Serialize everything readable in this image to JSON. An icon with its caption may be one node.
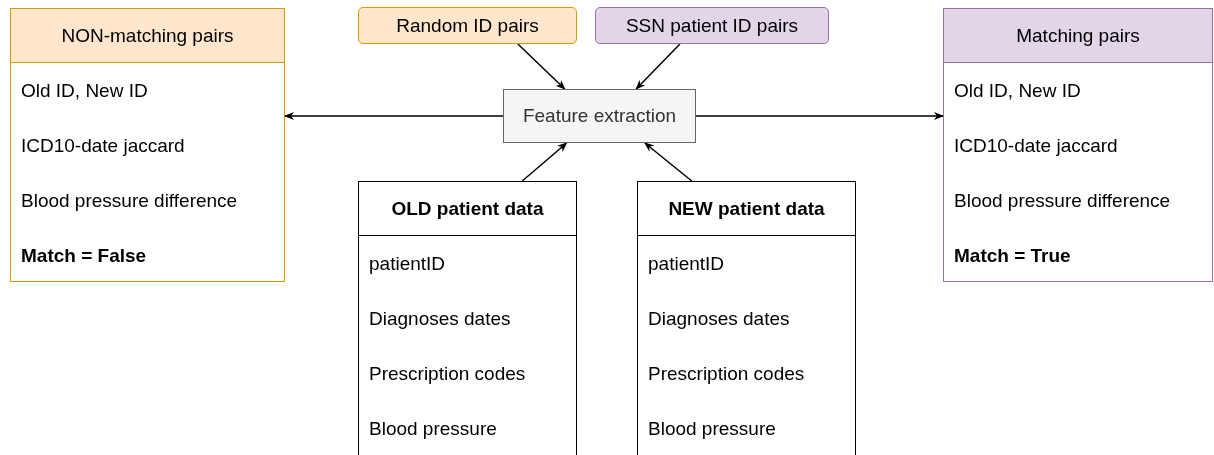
{
  "diagram": {
    "nodes": [
      {
        "text": [
          "NON-matching pairs",
          "Old ID, New ID",
          "ICD10-date jaccard",
          "Blood pressure difference",
          "**Match = False**"
        ]
      },
      {
        "text": [
          "Random ID pairs"
        ]
      },
      {
        "text": [
          "SSN patient ID pairs"
        ]
      },
      {
        "text": [
          "Matching pairs",
          "Old ID, New ID",
          "ICD10-date jaccard",
          "Blood pressure difference",
          "**Match = True**"
        ]
      },
      {
        "text": [
          "Feature extraction"
        ]
      },
      {
        "text": [
          "**OLD patient data**",
          "patientID",
          "Diagnoses dates",
          "Prescription codes",
          "Blood pressure"
        ]
      },
      {
        "text": [
          "**NEW patient data**",
          "patientID",
          "Diagnoses dates",
          "Prescription codes",
          "Blood pressure"
        ]
      }
    ],
    "edges": [
      {
        "from": 1,
        "to": 4,
        "arrow": "to"
      },
      {
        "from": 2,
        "to": 4,
        "arrow": "to"
      },
      {
        "from": 4,
        "to": 0,
        "arrow": "to"
      },
      {
        "from": 4,
        "to": 3,
        "arrow": "to"
      },
      {
        "from": 5,
        "to": 4,
        "arrow": "to"
      },
      {
        "from": 6,
        "to": 4,
        "arrow": "to"
      }
    ]
  }
}
